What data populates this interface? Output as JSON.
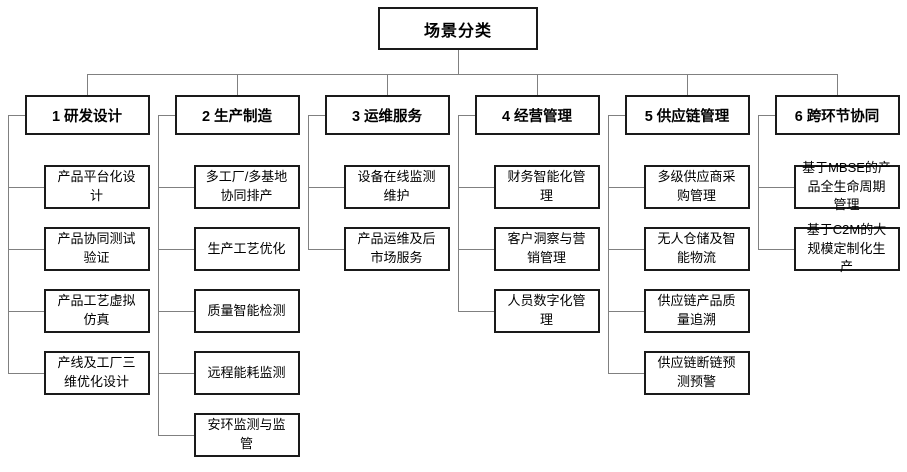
{
  "diagram_title": "场景分类",
  "colors": {
    "background": "#ffffff",
    "box_fill": "#ffffff",
    "box_border": "#1a1a1a",
    "connector": "#808080",
    "text": "#000000"
  },
  "root": {
    "label": "场景分类"
  },
  "branches": [
    {
      "label": "1 研发设计",
      "children": [
        "产品平台化设计",
        "产品协同测试验证",
        "产品工艺虚拟仿真",
        "产线及工厂三维优化设计"
      ]
    },
    {
      "label": "2 生产制造",
      "children": [
        "多工厂/多基地协同排产",
        "生产工艺优化",
        "质量智能检测",
        "远程能耗监测",
        "安环监测与监管"
      ]
    },
    {
      "label": "3 运维服务",
      "children": [
        "设备在线监测维护",
        "产品运维及后市场服务"
      ]
    },
    {
      "label": "4 经营管理",
      "children": [
        "财务智能化管理",
        "客户洞察与营销管理",
        "人员数字化管理"
      ]
    },
    {
      "label": "5 供应链管理",
      "children": [
        "多级供应商采购管理",
        "无人仓储及智能物流",
        "供应链产品质量追溯",
        "供应链断链预测预警"
      ]
    },
    {
      "label": "6 跨环节协同",
      "children": [
        "基于MBSE的产品全生命周期管理",
        "基于C2M的大规模定制化生产"
      ]
    }
  ]
}
